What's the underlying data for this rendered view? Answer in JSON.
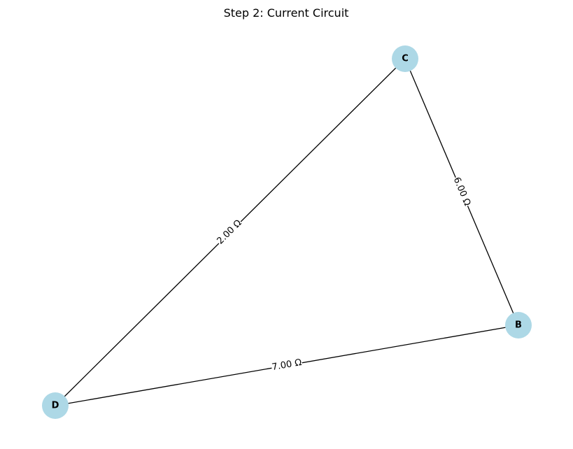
{
  "title": "Step 2: Current Circuit",
  "colors": {
    "node": "#add8e6",
    "edge": "#000000",
    "background": "#ffffff"
  },
  "nodes": [
    {
      "id": "C",
      "label": "C"
    },
    {
      "id": "B",
      "label": "B"
    },
    {
      "id": "D",
      "label": "D"
    }
  ],
  "edges": [
    {
      "from": "D",
      "to": "C",
      "label": "2.00 Ω"
    },
    {
      "from": "C",
      "to": "B",
      "label": "6.00 Ω"
    },
    {
      "from": "D",
      "to": "B",
      "label": "7.00 Ω"
    }
  ]
}
